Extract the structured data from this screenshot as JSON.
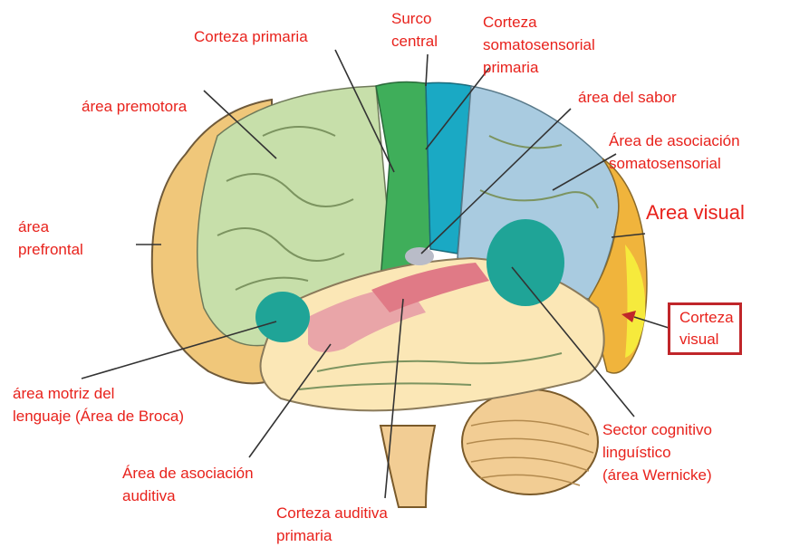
{
  "labels": {
    "corteza_primaria": "Corteza primaria",
    "surco_central": [
      "Surco",
      "central"
    ],
    "corteza_somatosensorial": [
      "Corteza",
      "somatosensorial",
      "primaria"
    ],
    "area_premotora": "área premotora",
    "area_sabor": "área del sabor",
    "asociacion_somatosensorial": [
      "Área de asociación",
      "somatosensorial"
    ],
    "area_prefrontal": [
      "área",
      "prefrontal"
    ],
    "area_visual": "Area visual",
    "corteza_visual": [
      "Corteza",
      "visual"
    ],
    "broca": [
      "área motriz del",
      "lenguaje (Área de Broca)"
    ],
    "wernicke": [
      "Sector cognitivo",
      "linguístico",
      "(área Wernicke)"
    ],
    "asociacion_auditiva": [
      "Área de asociación",
      "auditiva"
    ],
    "corteza_auditiva": [
      "Corteza auditiva",
      "primaria"
    ]
  },
  "colors": {
    "label_text": "#e8221c",
    "prefrontal": "#f0c77a",
    "premotor": "#c7dfaa",
    "motor": "#3fae5a",
    "somatosensory": "#1aa9c4",
    "association": "#a9cbe0",
    "visual": "#f0b43c",
    "visual_cortex": "#f6ea3c",
    "temporal": "#fbe7b6",
    "auditory": "#e9a5a8",
    "broca_wernicke": "#1fa497",
    "cerebellum": "#f2cd94"
  }
}
